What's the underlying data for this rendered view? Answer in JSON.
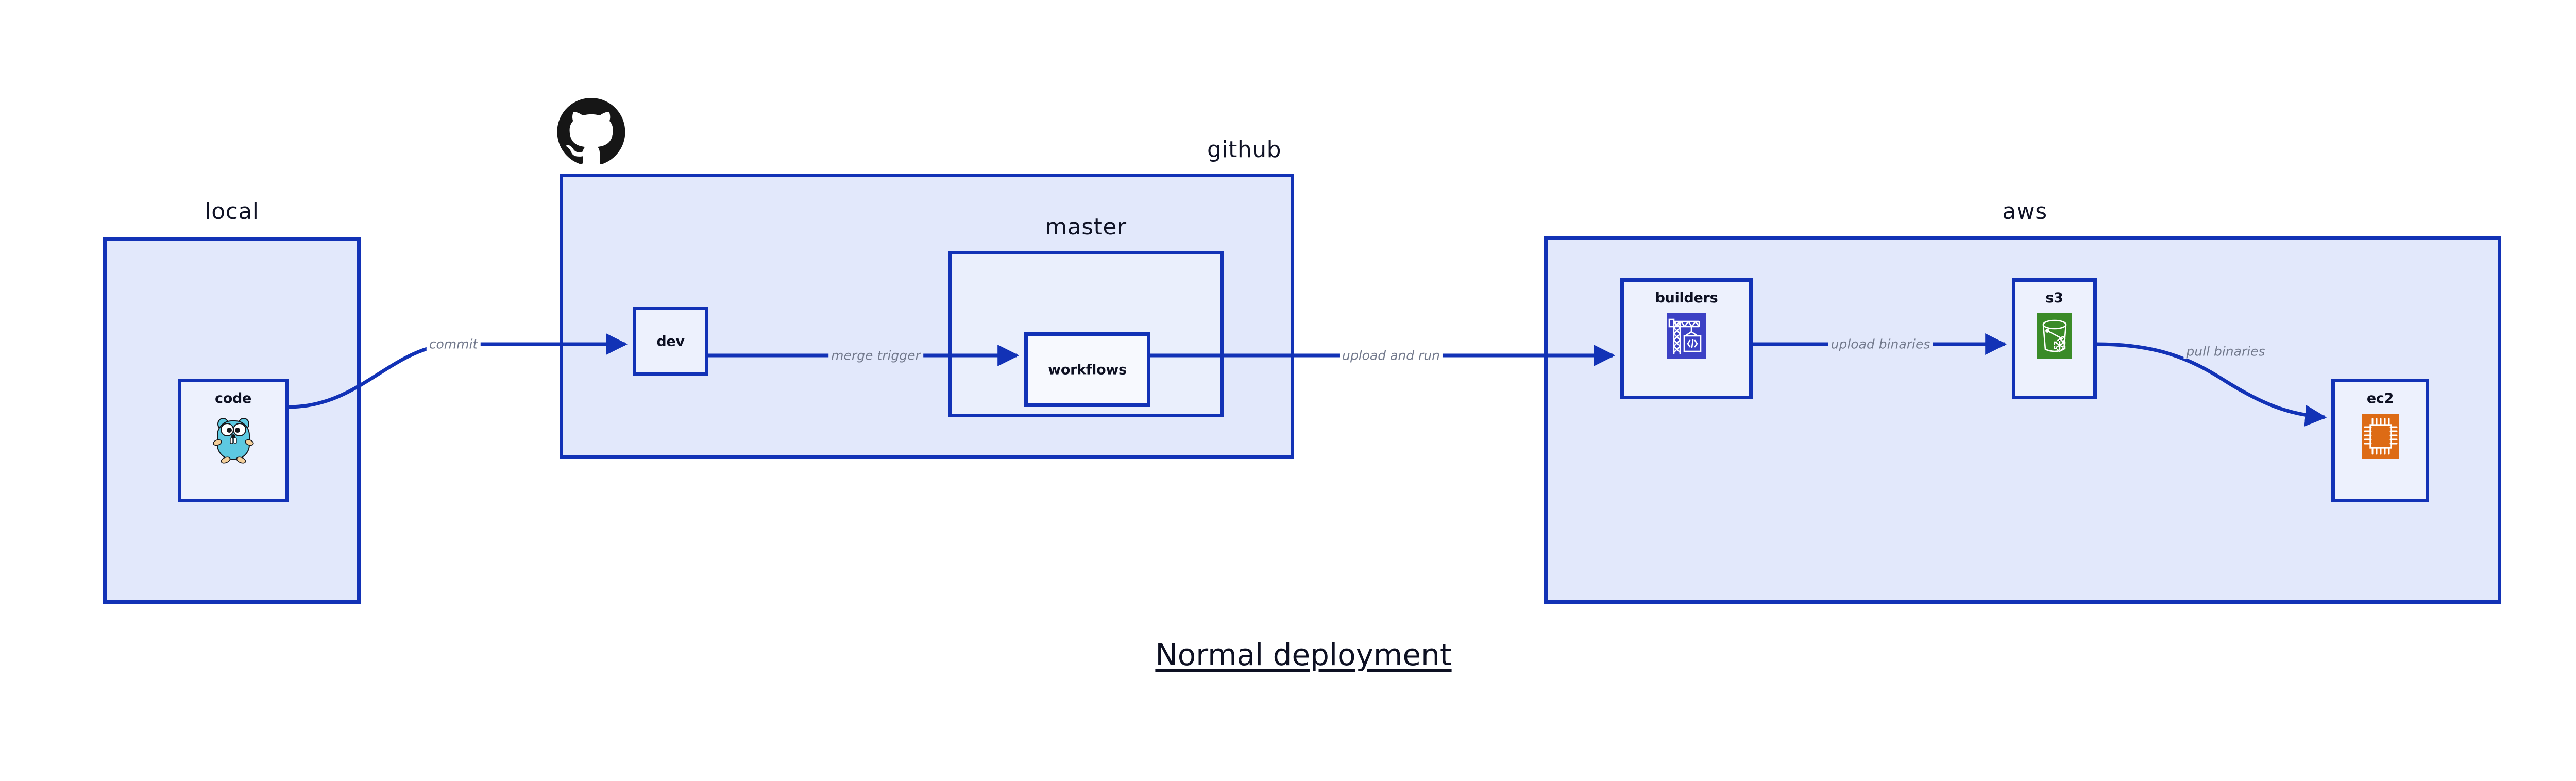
{
  "title": "Normal deployment",
  "groups": {
    "local": {
      "label": "local"
    },
    "github": {
      "label": "github"
    },
    "master": {
      "label": "master"
    },
    "aws": {
      "label": "aws"
    }
  },
  "nodes": {
    "code": {
      "label": "code",
      "icon": "go-gopher-icon"
    },
    "dev": {
      "label": "dev"
    },
    "workflows": {
      "label": "workflows"
    },
    "builders": {
      "label": "builders",
      "icon": "aws-codebuild-crane-icon"
    },
    "s3": {
      "label": "s3",
      "icon": "aws-s3-bucket-icon"
    },
    "ec2": {
      "label": "ec2",
      "icon": "aws-ec2-chip-icon"
    }
  },
  "edges": {
    "commit": "commit",
    "merge_trigger": "merge trigger",
    "upload_and_run": "upload and run",
    "upload_binaries": "upload binaries",
    "pull_binaries": "pull binaries"
  },
  "icons": {
    "github_mark": "github-logo-icon"
  },
  "colors": {
    "border": "#1232b6",
    "group_fill": "#e2e8fb",
    "subgroup_fill": "#eaeffc",
    "node_fill": "#edf1fd",
    "edge_label": "#72798c",
    "text": "#0d1022",
    "codebuild_blue": "#3c41c5",
    "s3_green": "#3a8b28",
    "ec2_orange": "#dd6b15",
    "gopher_teal": "#5dc9e1",
    "background": "#ffffff"
  }
}
